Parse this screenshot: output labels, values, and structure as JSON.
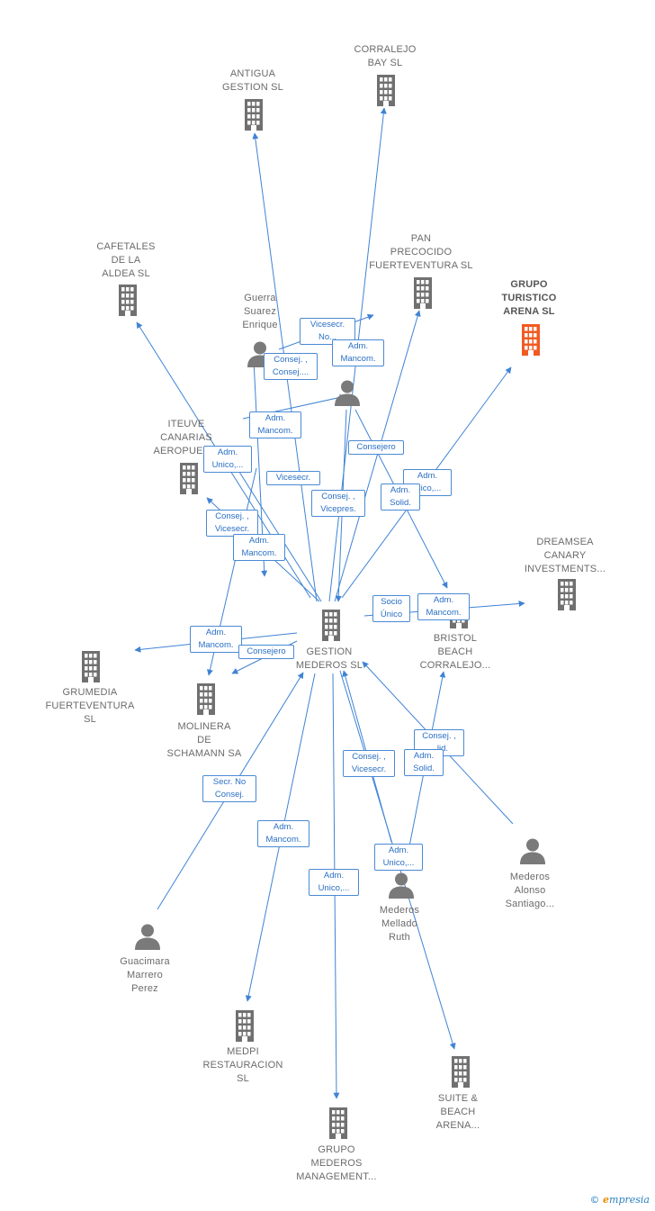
{
  "colors": {
    "edge": "#3f83d5",
    "company": "#707070",
    "highlight": "#f15a22",
    "person": "#7a7a7a"
  },
  "nodes": [
    {
      "id": "antigua",
      "type": "company",
      "label": "ANTIGUA\nGESTION SL"
    },
    {
      "id": "corralejo",
      "type": "company",
      "label": "CORRALEJO\nBAY  SL"
    },
    {
      "id": "cafetales",
      "type": "company",
      "label": "CAFETALES\nDE LA\nALDEA SL"
    },
    {
      "id": "pan",
      "type": "company",
      "label": "PAN\nPRECOCIDO\nFUERTEVENTURA SL"
    },
    {
      "id": "grupo_turistico",
      "type": "company",
      "highlight": true,
      "label": "GRUPO\nTURISTICO\nARENA  SL"
    },
    {
      "id": "guerra",
      "type": "person",
      "label": "Guerra\nSuarez\nEnrique"
    },
    {
      "id": "anon",
      "type": "person",
      "label": ""
    },
    {
      "id": "iteuve",
      "type": "company",
      "label": "ITEUVE\nCANARIAS\nAEROPUER..."
    },
    {
      "id": "dreamsea",
      "type": "company",
      "label": "DREAMSEA\nCANARY\nINVESTMENTS..."
    },
    {
      "id": "gestion",
      "type": "company",
      "label": "GESTION\nMEDEROS SL"
    },
    {
      "id": "bristol",
      "type": "company",
      "label": "BRISTOL\nBEACH\nCORRALEJO..."
    },
    {
      "id": "grumedia",
      "type": "company",
      "label": "GRUMEDIA\nFUERTEVENTURA\nSL"
    },
    {
      "id": "molinera",
      "type": "company",
      "label": "MOLINERA\nDE\nSCHAMANN SA"
    },
    {
      "id": "alonso",
      "type": "person",
      "label": "Mederos\nAlonso\nSantiago..."
    },
    {
      "id": "ruth",
      "type": "person",
      "label": "Mederos\nMellado\nRuth"
    },
    {
      "id": "guacimara",
      "type": "person",
      "label": "Guacimara\nMarrero\nPerez"
    },
    {
      "id": "medpi",
      "type": "company",
      "label": "MEDPI\nRESTAURACION\nSL"
    },
    {
      "id": "suite",
      "type": "company",
      "label": "SUITE &\nBEACH\nARENA..."
    },
    {
      "id": "grupo_mederos",
      "type": "company",
      "label": "GRUPO\nMEDEROS\nMANAGEMENT..."
    }
  ],
  "edge_labels": [
    "Vicesecr.\nNo...",
    "Consej. ,\nConsej....",
    "Adm.\nMancom.",
    "Adm.\nMancom.",
    "Adm.\nUnico,...",
    "Consejero",
    "Adm.\n...ico,...",
    "Adm.\nSolid.",
    "Vicesecr.",
    "Consej. ,\nVicepres.",
    "Consej. ,\nVicesecr.",
    "Adm.\nMancom.",
    "Socio\nÚnico",
    "Adm.\nMancom.",
    "Adm.\nMancom.",
    "Consejero",
    "Consej. ,\n...lid.",
    "Adm.\nSolid.",
    "Consej. ,\nVicesecr.",
    "Secr.  No\nConsej.",
    "Adm.\nMancom.",
    "Adm.\nUnico,...",
    "Adm.\nUnico,..."
  ],
  "footer": {
    "copyright": "©",
    "brand_initial": "e",
    "brand_rest": "mpresia"
  }
}
